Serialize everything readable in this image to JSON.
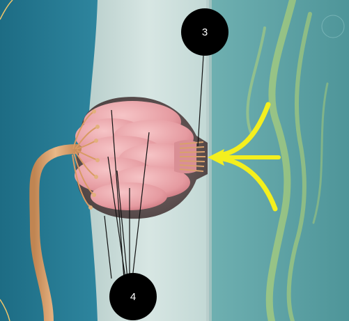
{
  "figure": {
    "subject": "taste-bud-cross-section",
    "callouts": [
      {
        "id": "taste-pore-callout",
        "label": "3"
      },
      {
        "id": "gustatory-cells-callout",
        "label": "4"
      }
    ],
    "colors": {
      "left_tissue": "#2a7f96",
      "epithelium": "#c9dcd9",
      "right_fluid": "#5fa3a6",
      "bud_cells": "#e9a3a8",
      "nerve_fiber": "#d9a070",
      "stimulus_arrow": "#f4ef1e",
      "callout_disc": "#000000",
      "callout_text": "#ffffff"
    }
  }
}
